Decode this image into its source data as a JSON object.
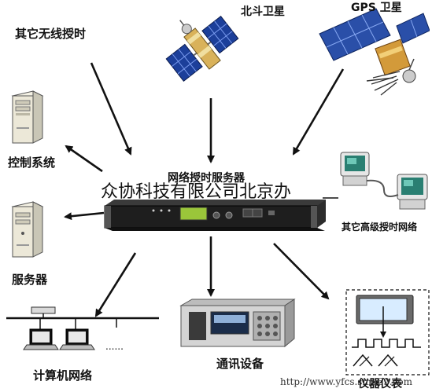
{
  "diagram": {
    "center": {
      "title": "网络授时服务器"
    },
    "watermark_company": "众协科技有限公司北京办",
    "watermark_url": "http://www.yfcs.smu69.com",
    "nodes": {
      "other_wireless": "其它无线授时",
      "beidou": "北斗卫星",
      "gps": "GPS 卫星",
      "control_system": "控制系统",
      "advanced_network": "其它高级授时网络",
      "server": "服务器",
      "computer_network": "计算机网络",
      "comm_equipment": "通讯设备",
      "instruments": "仪器仪表"
    }
  }
}
